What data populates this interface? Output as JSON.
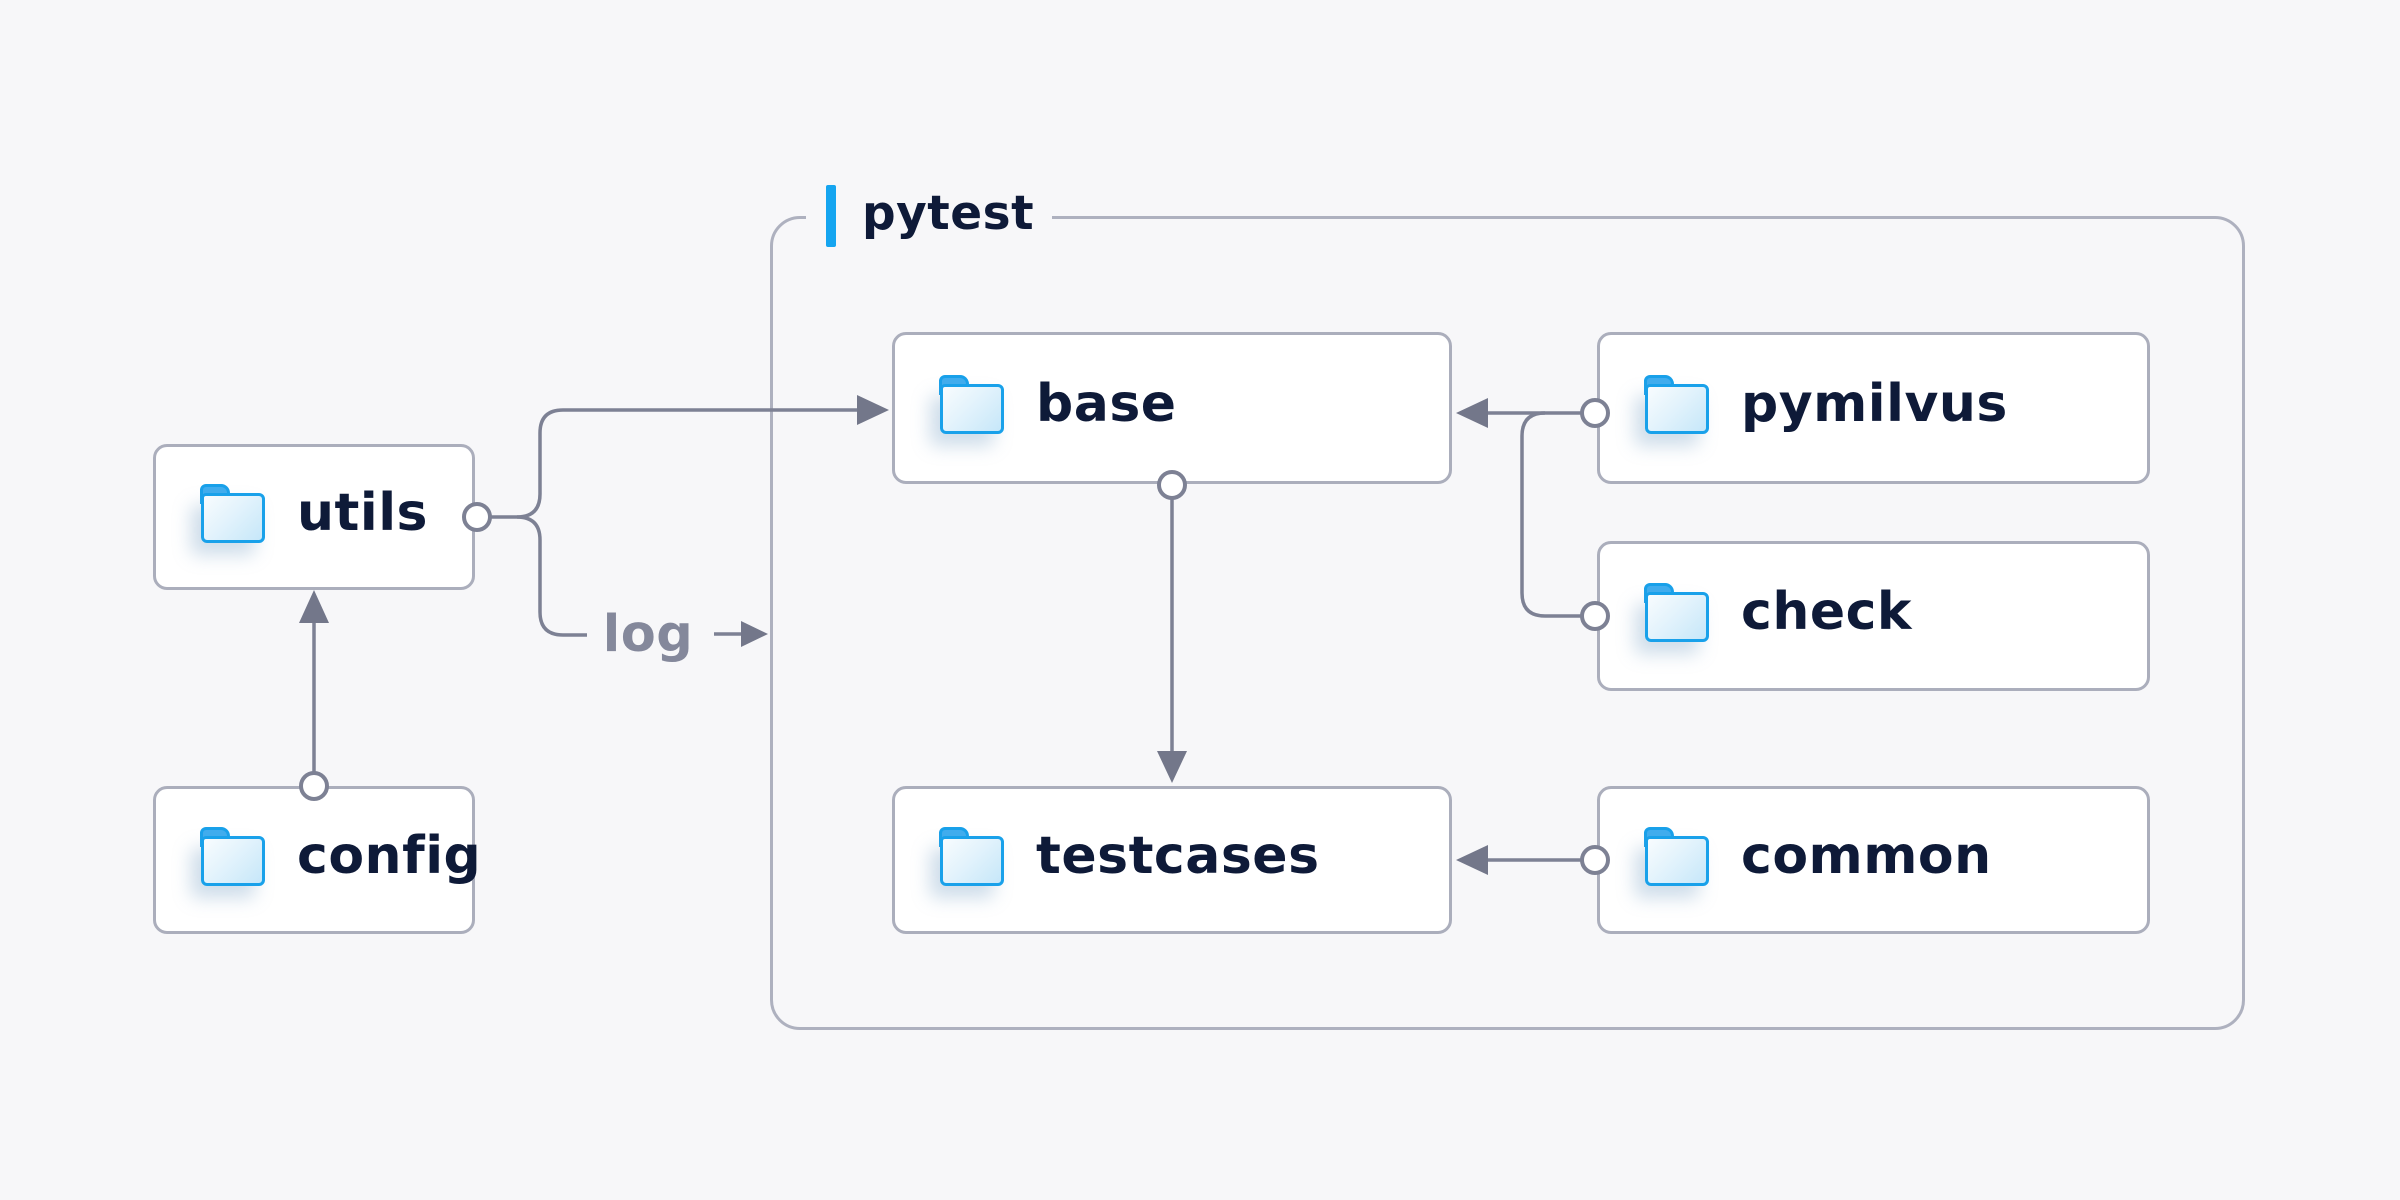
{
  "page": {
    "background": "#f7f7f9"
  },
  "group": {
    "label": "pytest"
  },
  "nodes": {
    "utils": {
      "label": "utils",
      "icon": "folder-icon"
    },
    "config": {
      "label": "config",
      "icon": "folder-icon"
    },
    "base": {
      "label": "base",
      "icon": "folder-icon"
    },
    "testcases": {
      "label": "testcases",
      "icon": "folder-icon"
    },
    "pymilvus": {
      "label": "pymilvus",
      "icon": "folder-icon"
    },
    "check": {
      "label": "check",
      "icon": "folder-icon"
    },
    "common": {
      "label": "common",
      "icon": "folder-icon"
    }
  },
  "edges": {
    "log_label": "log"
  },
  "colors": {
    "accent_blue": "#15a5f0",
    "folder_blue": "#19a1ea",
    "line_gray": "#7d8194",
    "box_border_gray": "#abaebc",
    "text_navy": "#0e1a38",
    "edge_label_gray": "#84889b"
  }
}
